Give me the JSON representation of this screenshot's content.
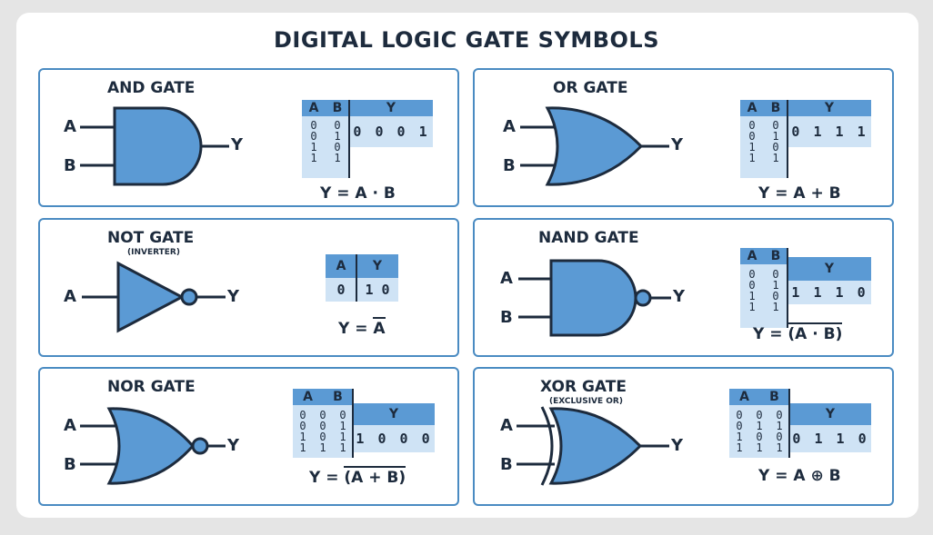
{
  "title": "DIGITAL LOGIC GATE SYMBOLS",
  "colors": {
    "gate_fill": "#5b9ad4",
    "gate_stroke": "#1d2b3d",
    "table_header": "#5b9ad4",
    "table_body": "#cfe3f5",
    "card_border": "#4a8bc2"
  },
  "pins": {
    "a": "A",
    "b": "B",
    "y": "Y"
  },
  "gates": {
    "and": {
      "title": "AND GATE",
      "headers": [
        "A",
        "B",
        "Y"
      ],
      "rows": [
        [
          "0",
          "0"
        ],
        [
          "0",
          "1"
        ],
        [
          "1",
          "0"
        ],
        [
          "1",
          "1"
        ]
      ],
      "output": "0 0 0 1",
      "expression": "Y = A · B"
    },
    "or": {
      "title": "OR GATE",
      "headers": [
        "A",
        "B",
        "Y"
      ],
      "rows": [
        [
          "0",
          "0"
        ],
        [
          "0",
          "1"
        ],
        [
          "1",
          "0"
        ],
        [
          "1",
          "1"
        ]
      ],
      "output": "0 1 1 1",
      "expression": "Y = A + B"
    },
    "not": {
      "title": "NOT GATE",
      "subtitle": "(INVERTER)",
      "headers": [
        "A",
        "Y"
      ],
      "row": [
        "0",
        "1 0"
      ],
      "expression_prefix": "Y = ",
      "expression_over": "A"
    },
    "nand": {
      "title": "NAND GATE",
      "headers": [
        "A",
        "B",
        "Y"
      ],
      "rows": [
        [
          "0",
          "0"
        ],
        [
          "0",
          "1"
        ],
        [
          "1",
          "0"
        ],
        [
          "1",
          "1"
        ]
      ],
      "output": "1 1 1 0",
      "expression_prefix": "Y = ",
      "expression_over": "(A · B)"
    },
    "nor": {
      "title": "NOR GATE",
      "headers": [
        "A",
        "B",
        "Y"
      ],
      "rows": [
        [
          "0",
          "0",
          "0"
        ],
        [
          "0",
          "0",
          "1"
        ],
        [
          "1",
          "0",
          "1"
        ],
        [
          "1",
          "1",
          "1"
        ]
      ],
      "output": "1 0 0 0",
      "expression_prefix": "Y = ",
      "expression_over": "(A + B)"
    },
    "xor": {
      "title": "XOR GATE",
      "subtitle": "(EXCLUSIVE OR)",
      "headers": [
        "A",
        "B",
        "Y"
      ],
      "rows": [
        [
          "0",
          "0",
          "0"
        ],
        [
          "0",
          "1",
          "1"
        ],
        [
          "1",
          "0",
          "0"
        ],
        [
          "1",
          "1",
          "1"
        ]
      ],
      "output": "0 1 1 0",
      "expression": "Y = A ⊕ B"
    }
  }
}
